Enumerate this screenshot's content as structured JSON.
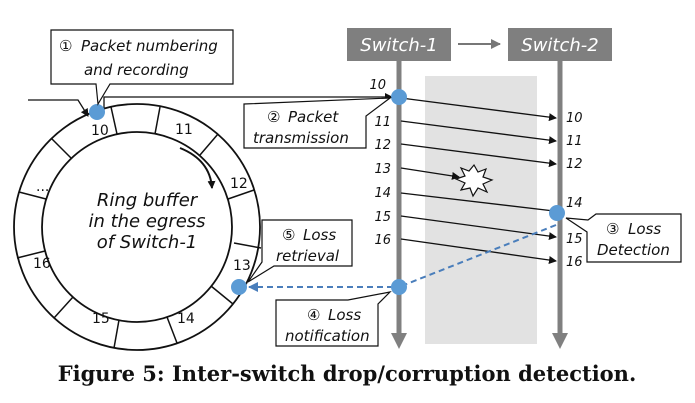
{
  "switches": {
    "left": "Switch-1",
    "right": "Switch-2"
  },
  "ring": {
    "title_lines": [
      "Ring buffer",
      "in the egress",
      "of Switch-1"
    ],
    "slots": [
      "10",
      "11",
      "12",
      "13",
      "14",
      "15",
      "16",
      "..."
    ]
  },
  "callouts": {
    "c1": {
      "num": "①",
      "lines": [
        "Packet numbering",
        "and recording"
      ]
    },
    "c2": {
      "num": "②",
      "lines": [
        "Packet",
        "transmission"
      ]
    },
    "c3": {
      "num": "③",
      "lines": [
        "Loss",
        "Detection"
      ]
    },
    "c4": {
      "num": "④",
      "lines": [
        "Loss",
        "notification"
      ]
    },
    "c5": {
      "num": "⑤",
      "lines": [
        "Loss",
        "retrieval"
      ]
    }
  },
  "packets_sent": [
    "10",
    "11",
    "12",
    "13",
    "14",
    "15",
    "16"
  ],
  "packets_received": [
    "10",
    "11",
    "12",
    "14",
    "15",
    "16"
  ],
  "caption": "Figure 5: Inter-switch drop/corruption detection.",
  "colors": {
    "switch_header": "#7f7f7f",
    "timeline": "#808080",
    "event_dot": "#5b9bd5",
    "lossy_region": "#e2e2e2",
    "notify_arrow": "#4a7ebb"
  }
}
